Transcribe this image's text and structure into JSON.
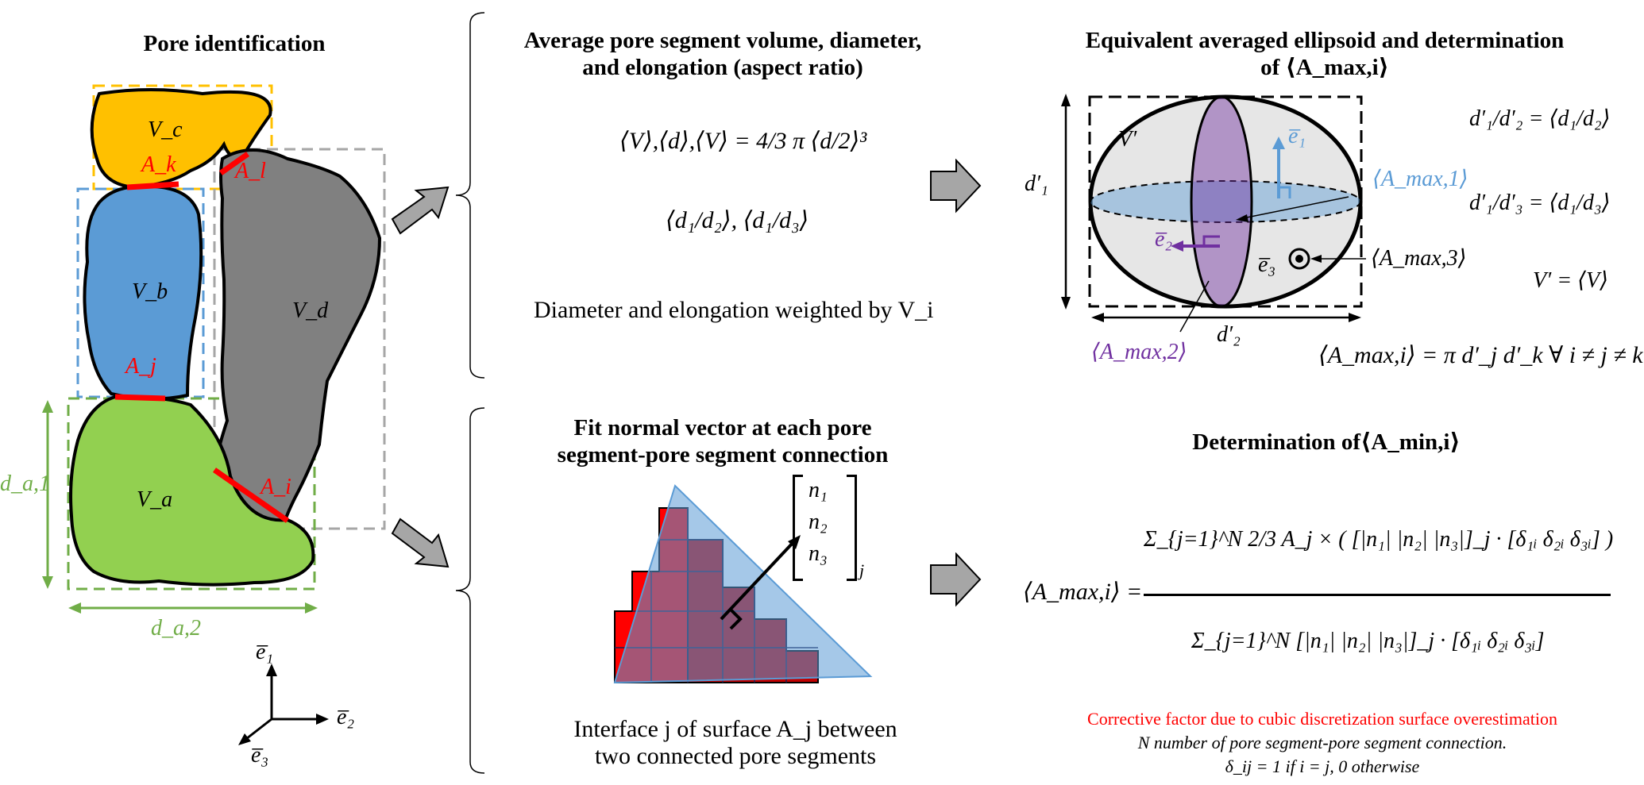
{
  "left_panel": {
    "title": "Pore identification",
    "labels": {
      "vc": "V_c",
      "vb": "V_b",
      "vd": "V_d",
      "va": "V_a",
      "ak": "A_k",
      "al": "A_l",
      "aj": "A_j",
      "ai": "A_i",
      "da1": "d_a,1",
      "da2": "d_a,2"
    },
    "axes": {
      "e1": "e̅₁",
      "e2": "e̅₂",
      "e3": "e̅₃"
    }
  },
  "top_middle": {
    "title_line1": "Average pore segment volume, diameter,",
    "title_line2": "and elongation (aspect ratio)",
    "formula_line1": "⟨V⟩,⟨d⟩,⟨V⟩ = 4/3 π ⟨d/2⟩³",
    "formula_line2": "⟨d₁/d₂⟩, ⟨d₁/d₃⟩",
    "caption": "Diameter and elongation weighted by V_i"
  },
  "top_right": {
    "title_line1": "Equivalent averaged ellipsoid and determination",
    "title_line2": "of ⟨A_max,i⟩",
    "labels": {
      "vprime": "V′",
      "d1prime": "d′₁",
      "d2prime": "d′₂",
      "amax1": "⟨A_max,1⟩",
      "amax2": "⟨A_max,2⟩",
      "amax3": "⟨A_max,3⟩",
      "e1": "e̅₁",
      "e2": "e̅₂",
      "e3": "e̅₃"
    },
    "ratio1": "d′₁/d′₂ = ⟨d₁/d₂⟩",
    "ratio2": "d′₁/d′₃ = ⟨d₁/d₃⟩",
    "ratio3": "V′ = ⟨V⟩",
    "formula": "⟨A_max,i⟩ = π d′_j d′_k ∀ i ≠ j ≠ k"
  },
  "bottom_middle": {
    "title_line1": "Fit normal vector at each pore",
    "title_line2": "segment-pore segment connection",
    "vector": [
      "n₁",
      "n₂",
      "n₃"
    ],
    "vector_sub": "j",
    "caption_line1": "Interface j of surface A_j between",
    "caption_line2": "two connected pore segments"
  },
  "bottom_right": {
    "title": "Determination of⟨A_min,i⟩",
    "lhs": "⟨A_max,i⟩ =",
    "numerator": "Σ_{j=1}^N 2/3 A_j × ( [|n₁| |n₂| |n₃|]_j · [δ₁ᵢ δ₂ᵢ δ₃ᵢ] )",
    "denominator": "Σ_{j=1}^N [|n₁| |n₂| |n₃|]_j · [δ₁ᵢ δ₂ᵢ δ₃ᵢ]",
    "note_red": "Corrective factor  due to cubic discretization surface overestimation",
    "note2": "N number of pore segment-pore segment connection.",
    "note3": "δ_ij = 1 if i = j, 0 otherwise"
  },
  "colors": {
    "yellow": "#ffc000",
    "blue": "#5b9bd5",
    "grey": "#7f7f7f",
    "green": "#92d050",
    "red": "#ff0000",
    "purple": "#7030a0",
    "arrow_fill": "#a6a6a6"
  }
}
